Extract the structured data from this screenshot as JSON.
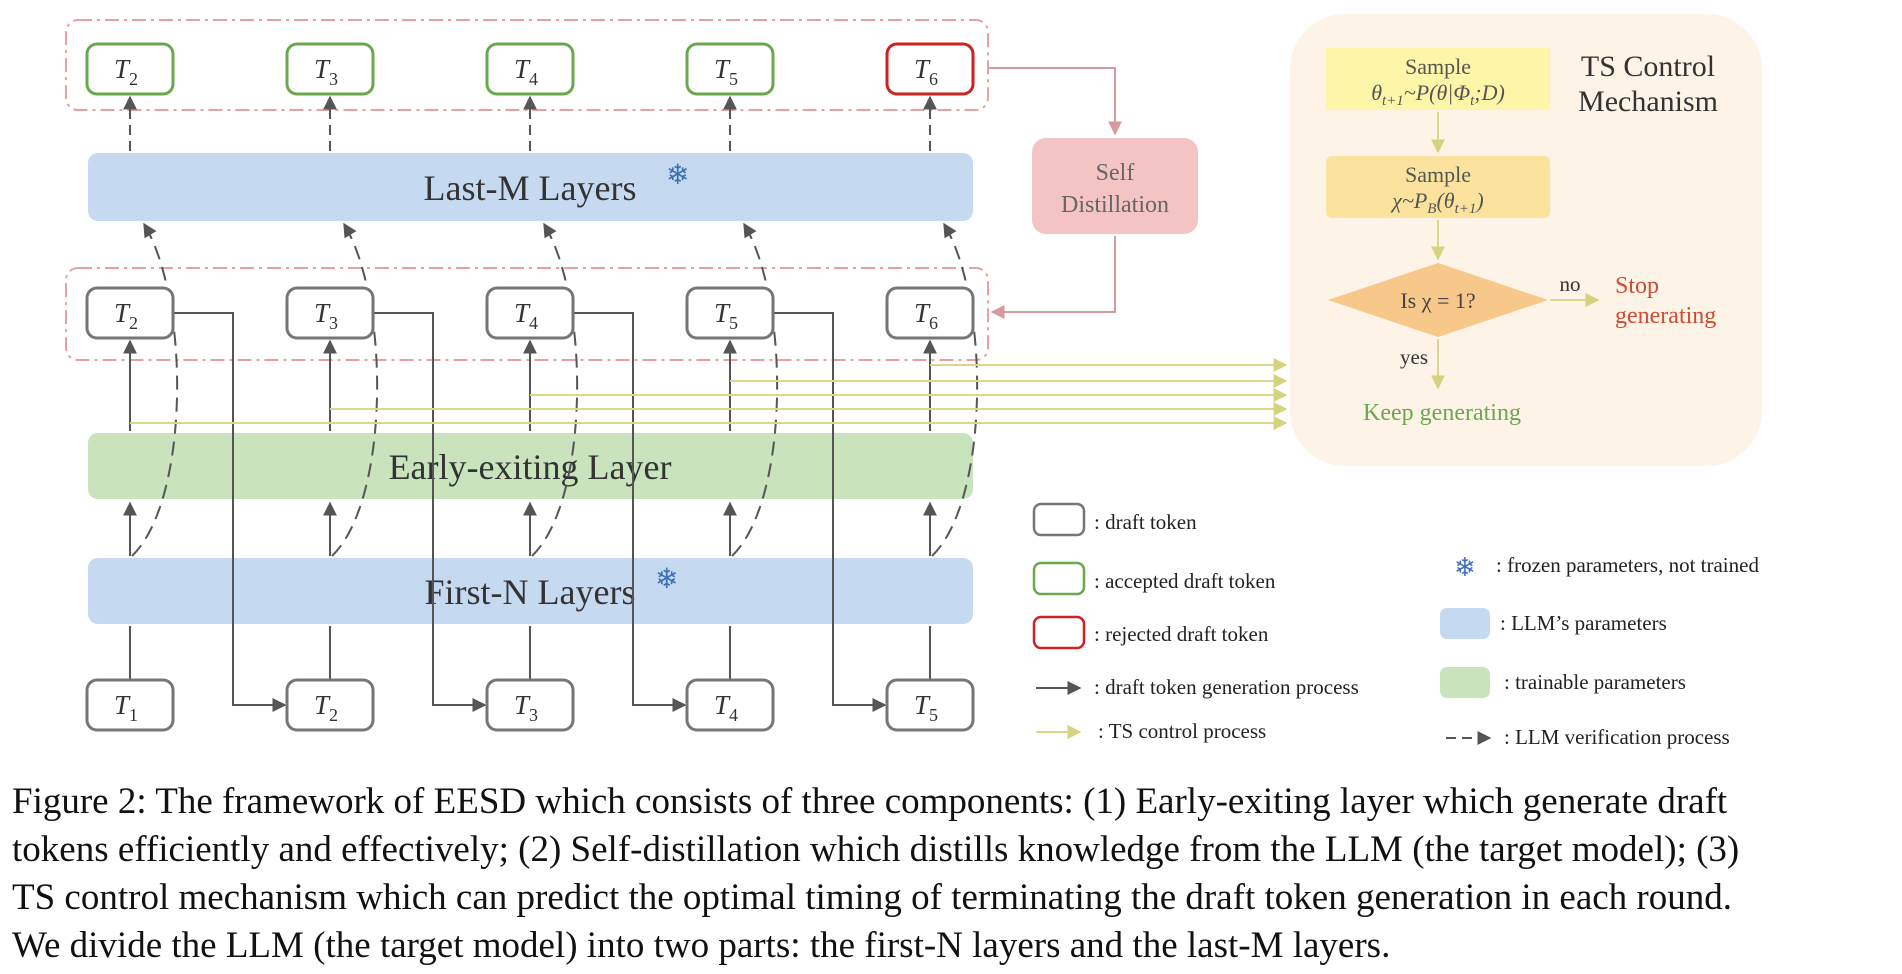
{
  "tokens": {
    "top": [
      "2",
      "3",
      "4",
      "5",
      "6"
    ],
    "middle": [
      "2",
      "3",
      "4",
      "5",
      "6"
    ],
    "bottom": [
      "1",
      "2",
      "3",
      "4",
      "5"
    ],
    "letter": "T"
  },
  "layers": {
    "last_m": "Last-M Layers",
    "early_exit": "Early-exiting Layer",
    "first_n": "First-N Layers"
  },
  "self_distillation": [
    "Self",
    "Distillation"
  ],
  "ts_control": {
    "title": [
      "TS Control",
      "Mechanism"
    ],
    "sample1_label": "Sample",
    "sample1_formula": "θ",
    "sample1_formula_rest": "~P(θ|Φ",
    "sample1_formula_end": ";D)",
    "sample1_sub1": "t+1",
    "sample1_sub2": "t",
    "sample2_label": "Sample",
    "sample2_formula": "χ~P",
    "sample2_sub1": "B",
    "sample2_formula_rest": "(θ",
    "sample2_sub2": "t+1",
    "sample2_formula_end": ")",
    "decision": "Is χ = 1?",
    "no_label": "no",
    "yes_label": "yes",
    "stop": [
      "Stop",
      "generating"
    ],
    "keep": "Keep generating"
  },
  "legend": {
    "draft_token": ": draft token",
    "accepted": ": accepted draft token",
    "rejected": ": rejected draft token",
    "generation": ": draft token generation process",
    "ts_process": ": TS control process",
    "frozen": ": frozen parameters, not trained",
    "llm_params": ": LLM’s parameters",
    "trainable": ": trainable parameters",
    "verification": ": LLM verification process"
  },
  "caption": [
    "Figure 2: The framework of EESD which consists of three components: (1) Early-exiting layer which generate draft",
    "tokens efficiently and effectively; (2) Self-distillation which distills knowledge from the LLM (the target model); (3)",
    "TS control mechanism which can predict the optimal timing of terminating the draft token generation in each round.",
    "We divide the LLM (the target model) into two parts: the first-N layers and the last-M layers."
  ],
  "colors": {
    "layer_blue": "#c5d9f1",
    "layer_green": "#c9e3bd",
    "accepted_green": "#6aa84f",
    "rejected_red": "#cc2222",
    "token_gray": "#767676",
    "dashdot_pink": "#e8a0a0",
    "self_distill_fill": "#f4c4c4",
    "ts_panel": "#fdf3e6",
    "sample1_fill": "#fdf6a8",
    "sample2_fill": "#fbe39e",
    "decision_fill": "#f7c88a",
    "ts_arrow": "#d9d98c",
    "stop_red": "#d04a35",
    "keep_green": "#6aa84f"
  }
}
